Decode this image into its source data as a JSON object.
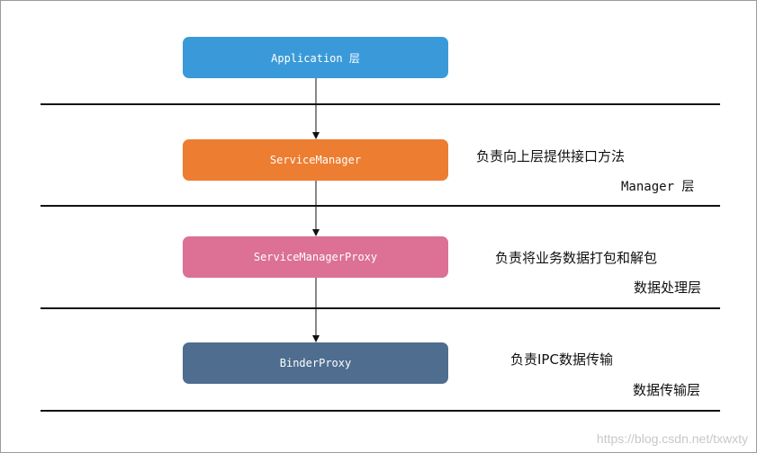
{
  "layers": [
    {
      "label": "Application 层",
      "color": "#3a9ad9"
    },
    {
      "label": "ServiceManager",
      "color": "#ed7d31"
    },
    {
      "label": "ServiceManagerProxy",
      "color": "#dc7095"
    },
    {
      "label": "BinderProxy",
      "color": "#4e6d8f"
    }
  ],
  "annotations": {
    "manager_desc": "负责向上层提供接口方法",
    "manager_layer": "Manager 层",
    "processing_desc": "负责将业务数据打包和解包",
    "processing_layer": "数据处理层",
    "transport_desc": "负责IPC数据传输",
    "transport_layer": "数据传输层"
  },
  "watermark": "https://blog.csdn.net/txwxty"
}
